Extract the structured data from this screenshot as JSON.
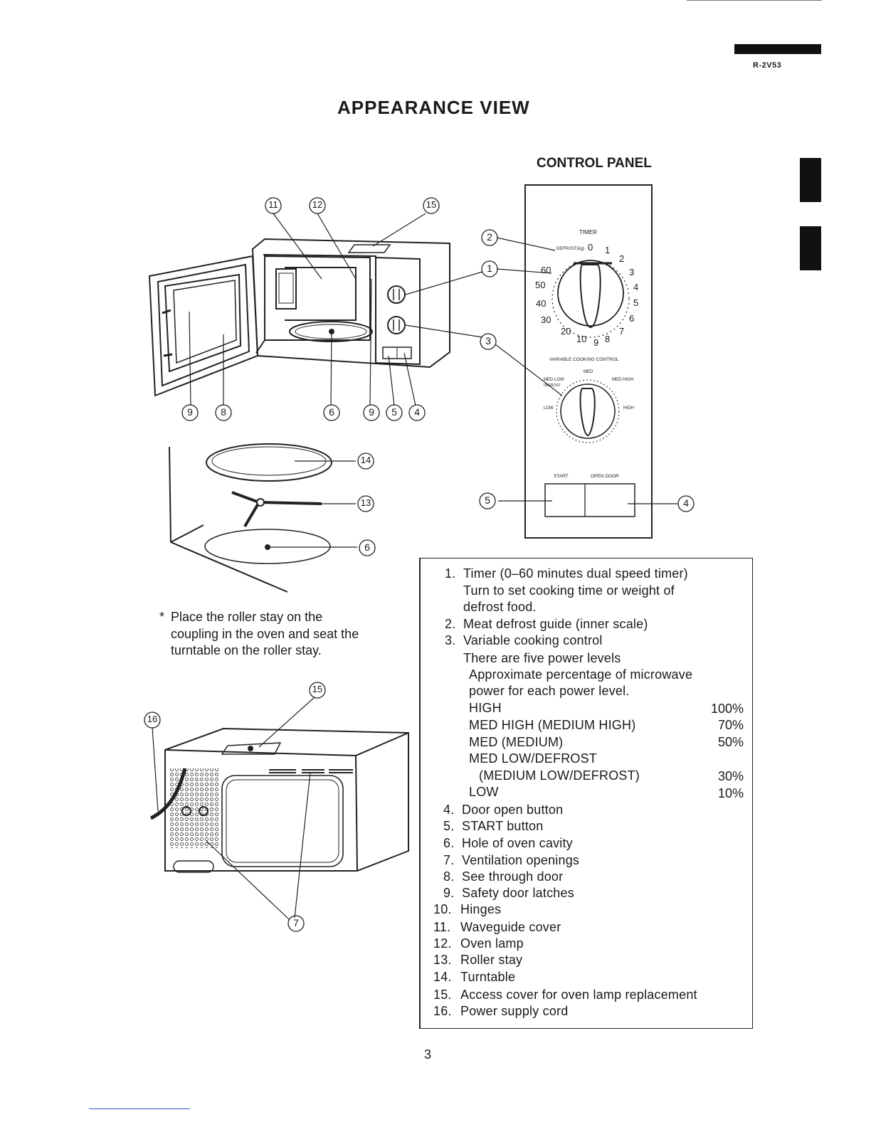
{
  "header": {
    "model": "R-2V53",
    "title": "APPEARANCE VIEW",
    "control_panel_title": "CONTROL PANEL"
  },
  "control_panel": {
    "timer_label": "TIMER",
    "defrost_label": "DEFROST(kg)",
    "outer_scale": [
      "0",
      "1",
      "2",
      "3",
      "4",
      "5",
      "6",
      "7",
      "8",
      "9",
      "10",
      "20",
      "30",
      "40",
      "50",
      "60"
    ],
    "variable_label": "VARIABLE COOKING CONTROL",
    "power_labels": [
      "MED",
      "MED LOW",
      "DEFROST",
      "MED HIGH",
      "LOW",
      "HIGH"
    ],
    "start_label": "START",
    "open_door_label": "OPEN DOOR"
  },
  "callouts": {
    "oven_front": [
      "11",
      "12",
      "15",
      "9",
      "8",
      "6",
      "9",
      "5",
      "4"
    ],
    "turntable": [
      "14",
      "13",
      "6"
    ],
    "panel": [
      "2",
      "1",
      "3",
      "5",
      "4"
    ],
    "rear": [
      "15",
      "16",
      "7"
    ]
  },
  "note": {
    "star": "*",
    "text": "Place the roller stay on the coupling in the oven and seat the turntable on the roller stay."
  },
  "legend": {
    "items": [
      {
        "num": "1.",
        "text": "Timer (0–60 minutes dual speed timer)"
      },
      {
        "num": "",
        "text": "Turn to set cooking time or weight of"
      },
      {
        "num": "",
        "text": "defrost food."
      },
      {
        "num": "2.",
        "text": "Meat defrost guide (inner scale)"
      },
      {
        "num": "3.",
        "text": "Variable cooking control"
      },
      {
        "num": "",
        "text": "There are five power levels"
      },
      {
        "num": "",
        "text": "Approximate percentage of microwave"
      },
      {
        "num": "",
        "text": "power for each power level."
      }
    ],
    "power_levels": [
      {
        "label": "HIGH",
        "pct": "100%"
      },
      {
        "label": "MED HIGH (MEDIUM HIGH)",
        "pct": "70%"
      },
      {
        "label": "MED (MEDIUM)",
        "pct": "50%"
      },
      {
        "label": "MED LOW/DEFROST",
        "pct": ""
      },
      {
        "label": "(MEDIUM LOW/DEFROST)",
        "pct": "30%"
      },
      {
        "label": "LOW",
        "pct": "10%"
      }
    ],
    "parts": [
      {
        "num": "4.",
        "text": "Door open button"
      },
      {
        "num": "5.",
        "text": "START button"
      },
      {
        "num": "6.",
        "text": "Hole of oven cavity"
      },
      {
        "num": "7.",
        "text": "Ventilation openings"
      },
      {
        "num": "8.",
        "text": "See through door"
      },
      {
        "num": "9.",
        "text": "Safety door latches"
      },
      {
        "num": "10.",
        "text": "Hinges"
      },
      {
        "num": "11.",
        "text": "Waveguide cover"
      },
      {
        "num": "12.",
        "text": "Oven lamp"
      },
      {
        "num": "13.",
        "text": "Roller stay"
      },
      {
        "num": "14.",
        "text": "Turntable"
      },
      {
        "num": "15.",
        "text": "Access cover for oven lamp replacement"
      },
      {
        "num": "16.",
        "text": "Power supply cord"
      }
    ]
  },
  "page_number": "3"
}
